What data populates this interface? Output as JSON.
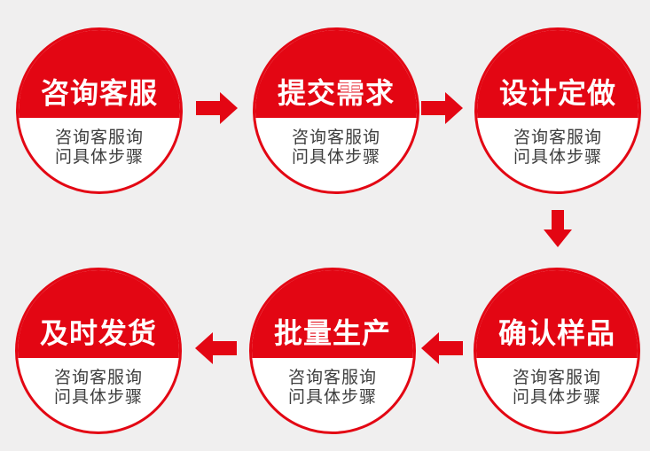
{
  "diagram": {
    "title": "custom-order-process-flow",
    "background_color": "#F0EFEF",
    "accent_color": "#E30613",
    "circle_fill_color": "#FFFFFF",
    "title_text_color": "#FFFFFF",
    "subtitle_text_color": "#3E3E3E"
  },
  "steps": [
    {
      "id": "consult-service",
      "title": "咨询客服",
      "subtitle": "咨询客服询\n问具体步骤"
    },
    {
      "id": "submit-requirements",
      "title": "提交需求",
      "subtitle": "咨询客服询\n问具体步骤"
    },
    {
      "id": "custom-design",
      "title": "设计定做",
      "subtitle": "咨询客服询\n问具体步骤"
    },
    {
      "id": "timely-shipping",
      "title": "及时发货",
      "subtitle": "咨询客服询\n问具体步骤"
    },
    {
      "id": "mass-production",
      "title": "批量生产",
      "subtitle": "咨询客服询\n问具体步骤"
    },
    {
      "id": "confirm-sample",
      "title": "确认样品",
      "subtitle": "咨询客服询\n问具体步骤"
    }
  ],
  "arrows": [
    {
      "id": "arrow-1",
      "icon": "arrow-right-icon",
      "from": "咨询客服",
      "to": "提交需求"
    },
    {
      "id": "arrow-2",
      "icon": "arrow-right-icon",
      "from": "提交需求",
      "to": "设计定做"
    },
    {
      "id": "arrow-3",
      "icon": "arrow-down-icon",
      "from": "设计定做",
      "to": "确认样品"
    },
    {
      "id": "arrow-4",
      "icon": "arrow-left-icon",
      "from": "确认样品",
      "to": "批量生产"
    },
    {
      "id": "arrow-5",
      "icon": "arrow-left-icon",
      "from": "批量生产",
      "to": "及时发货"
    }
  ]
}
